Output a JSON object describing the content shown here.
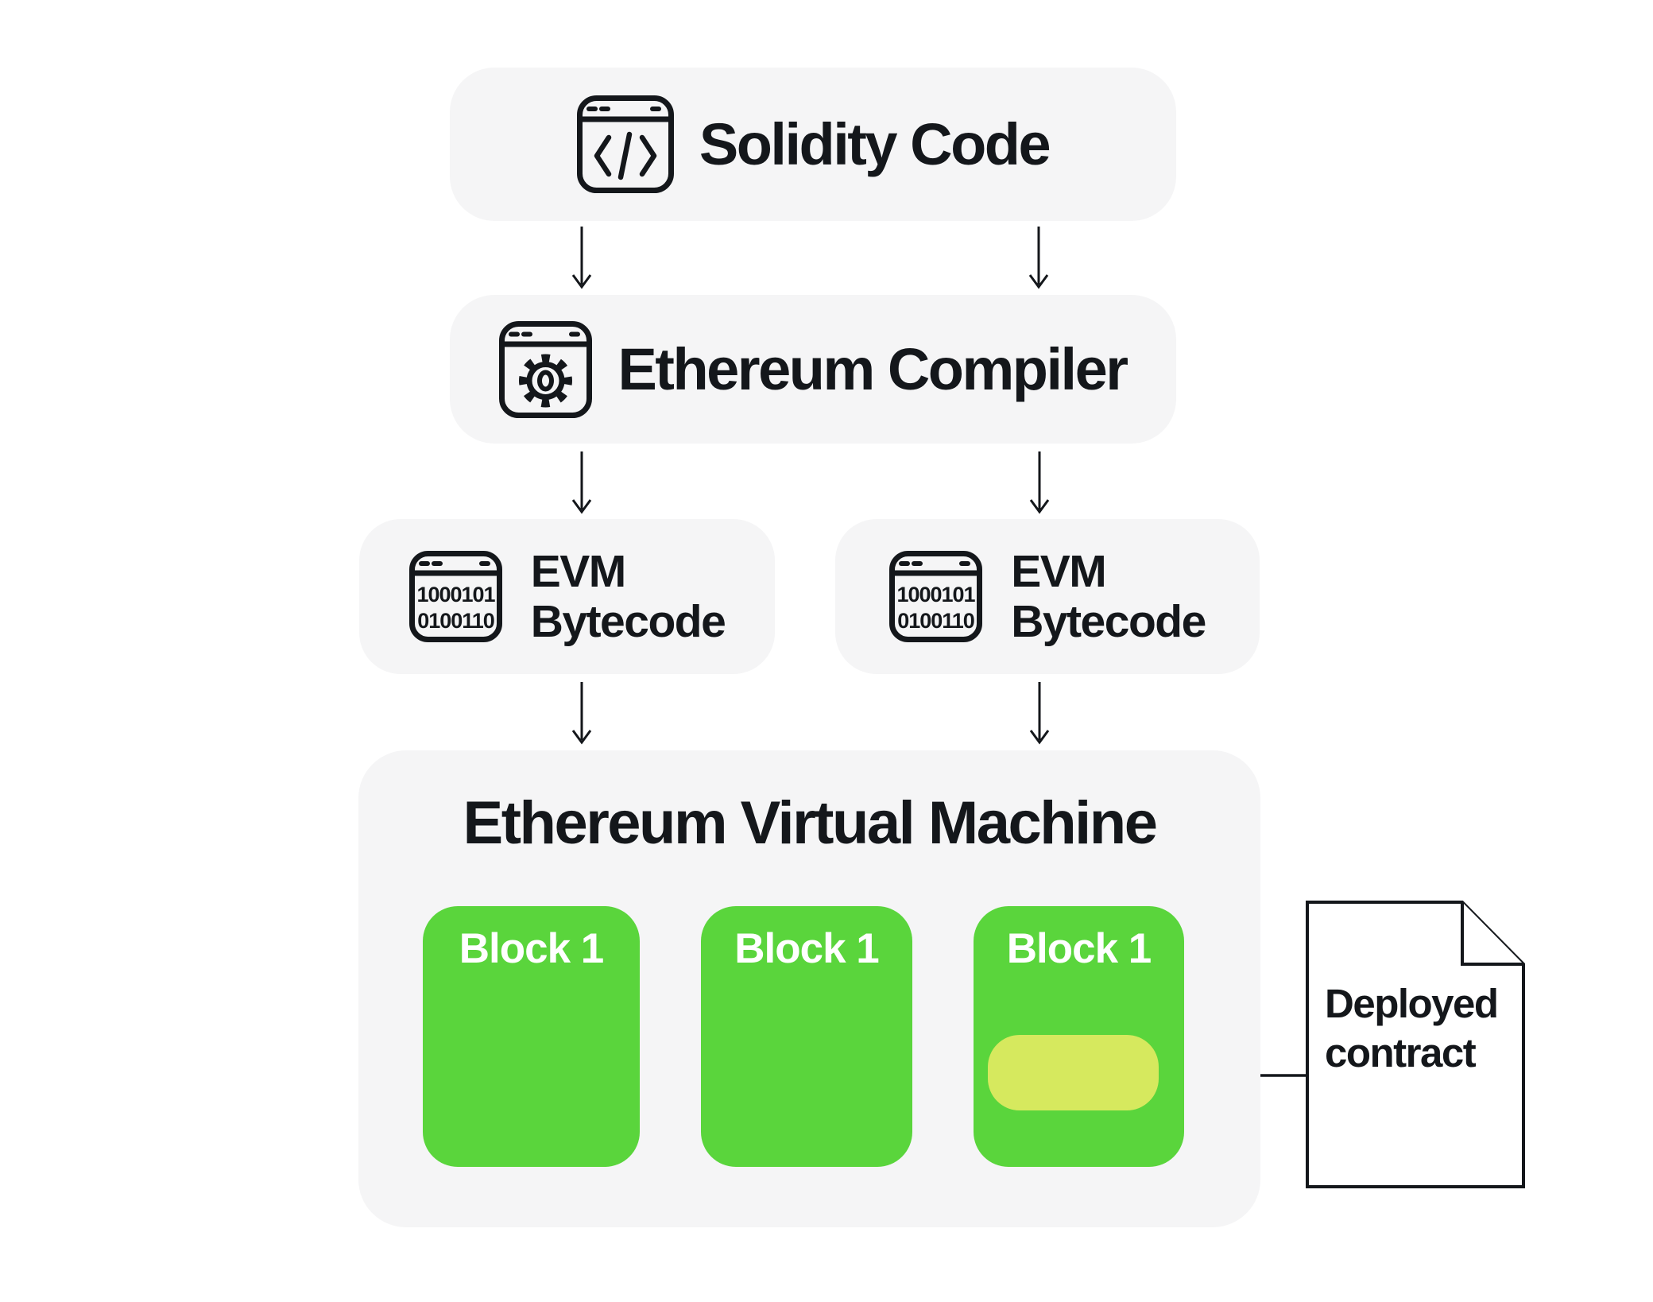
{
  "colors": {
    "bg": "#ffffff",
    "panel": "#f5f5f6",
    "green": "#5ad53c",
    "chip": "#d6e95e",
    "ink": "#14171b",
    "white": "#ffffff"
  },
  "flow": {
    "solidity": {
      "label": "Solidity Code",
      "icon": "code-window-icon"
    },
    "compiler": {
      "label": "Ethereum Compiler",
      "icon": "gear-window-icon"
    },
    "bytecode_left": {
      "line1": "EVM",
      "line2": "Bytecode",
      "icon": "binary-window-icon",
      "binary1": "1000101",
      "binary2": "0100110"
    },
    "bytecode_right": {
      "line1": "EVM",
      "line2": "Bytecode",
      "icon": "binary-window-icon",
      "binary1": "1000101",
      "binary2": "0100110"
    },
    "evm": {
      "title": "Ethereum Virtual Machine",
      "blocks": [
        {
          "label": "Block 1"
        },
        {
          "label": "Block 1"
        },
        {
          "label": "Block 1"
        }
      ]
    },
    "deployed_contract": {
      "line1": "Deployed",
      "line2": "contract"
    }
  }
}
